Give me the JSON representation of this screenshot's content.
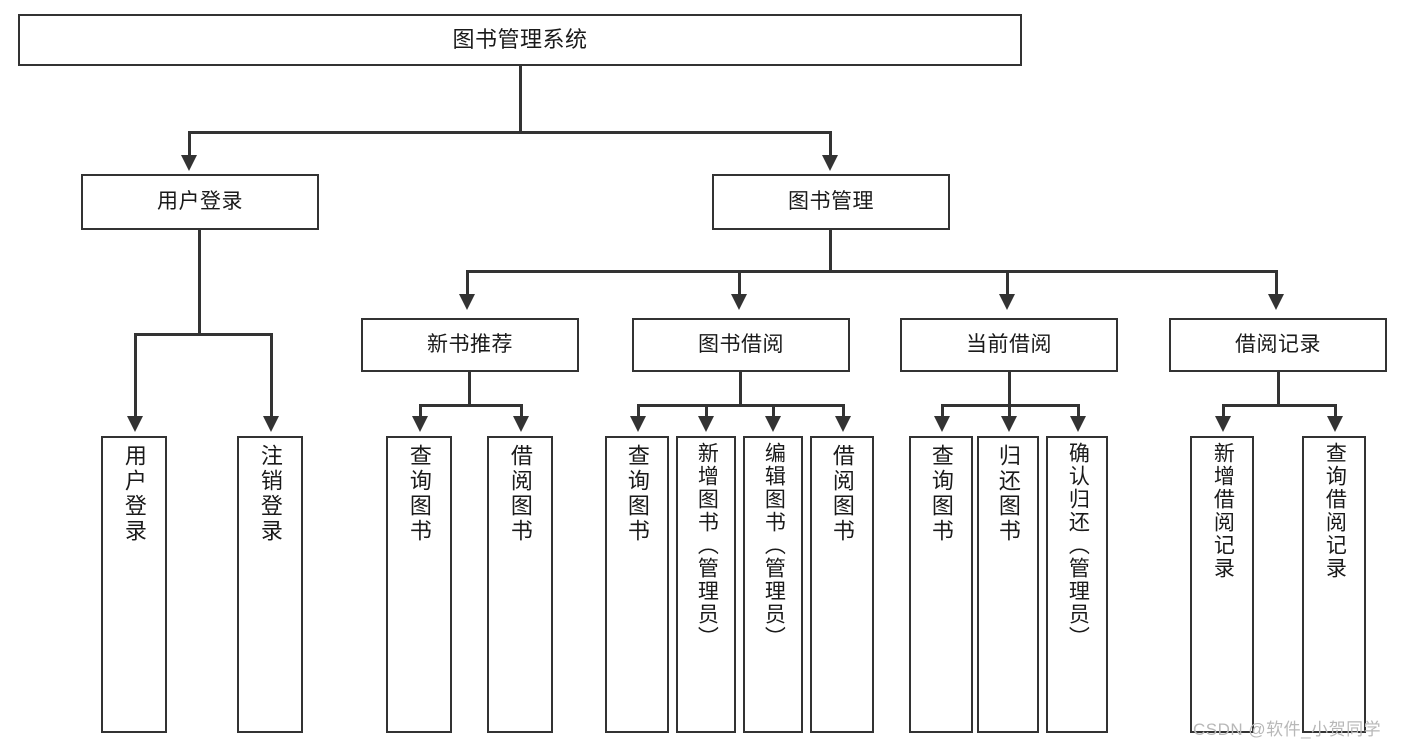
{
  "diagram": {
    "title": "图书管理系统",
    "type": "hierarchy-tree",
    "root": {
      "id": "root",
      "label": "图书管理系统"
    },
    "level2": [
      {
        "id": "user-login",
        "label": "用户登录"
      },
      {
        "id": "book-management",
        "label": "图书管理"
      }
    ],
    "level3": [
      {
        "id": "new-book-recommend",
        "label": "新书推荐"
      },
      {
        "id": "book-borrow",
        "label": "图书借阅"
      },
      {
        "id": "current-borrow",
        "label": "当前借阅"
      },
      {
        "id": "borrow-record",
        "label": "借阅记录"
      }
    ],
    "leaves": {
      "user_login": [
        {
          "id": "leaf-user-login",
          "label": "用户登录"
        },
        {
          "id": "leaf-logout-login",
          "label": "注销登录"
        }
      ],
      "new_book_recommend": [
        {
          "id": "leaf-query-book-1",
          "label": "查询图书"
        },
        {
          "id": "leaf-borrow-book-1",
          "label": "借阅图书"
        }
      ],
      "book_borrow": [
        {
          "id": "leaf-query-book-2",
          "label": "查询图书"
        },
        {
          "id": "leaf-add-book",
          "label": "新增图书（管理员）"
        },
        {
          "id": "leaf-edit-book",
          "label": "编辑图书（管理员）"
        },
        {
          "id": "leaf-borrow-book-2",
          "label": "借阅图书"
        }
      ],
      "current_borrow": [
        {
          "id": "leaf-query-book-3",
          "label": "查询图书"
        },
        {
          "id": "leaf-return-book",
          "label": "归还图书"
        },
        {
          "id": "leaf-confirm-return",
          "label": "确认归还（管理员）"
        }
      ],
      "borrow_record": [
        {
          "id": "leaf-add-record",
          "label": "新增借阅记录"
        },
        {
          "id": "leaf-query-record",
          "label": "查询借阅记录"
        }
      ]
    }
  },
  "watermark": {
    "text": "CSDN @软件_小贺同学"
  },
  "colors": {
    "stroke": "#333333",
    "fill": "#ffffff",
    "text": "#1a1a1a",
    "watermark": "#b8b8b8"
  }
}
